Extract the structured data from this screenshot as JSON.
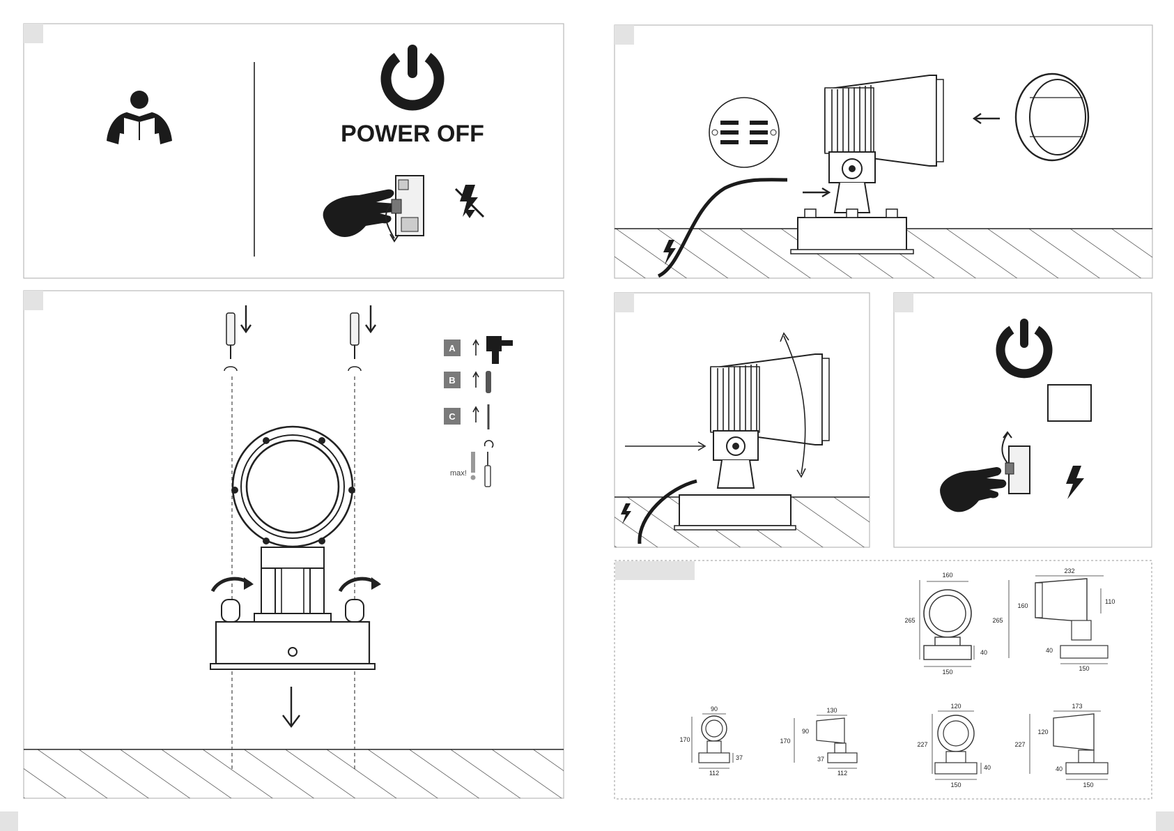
{
  "panel1": {
    "power_off_label": "POWER OFF"
  },
  "panel3": {
    "steps": [
      {
        "letter": "A"
      },
      {
        "letter": "B"
      },
      {
        "letter": "C"
      }
    ],
    "max_label": "max!"
  },
  "dimensions": {
    "large_front": {
      "top": "160",
      "height": "265",
      "base_height": "40",
      "base_diameter": "150"
    },
    "large_side": {
      "length": "232",
      "front_diameter": "160",
      "height": "265",
      "rear_diameter": "110",
      "base_height": "40",
      "base_diameter": "150"
    },
    "small_front": {
      "top": "90",
      "height": "170",
      "base_height": "37",
      "base_diameter": "112"
    },
    "small_side": {
      "length": "130",
      "front_diameter": "90",
      "height": "170",
      "base_height": "37",
      "base_diameter": "112"
    },
    "medium_front": {
      "top": "120",
      "height": "227",
      "base_height": "40",
      "base_diameter": "150"
    },
    "medium_side": {
      "length": "173",
      "front_diameter": "120",
      "height": "227",
      "base_height": "40",
      "base_diameter": "150"
    }
  },
  "colors": {
    "ink": "#1a1a1a",
    "panel_border": "#b9b9b9",
    "number_tab": "#e3e3e3",
    "step_badge": "#7a7a7a"
  },
  "icons": [
    "read-manual-icon",
    "power-icon",
    "circuit-breaker-icon",
    "no-power-icon",
    "power-on-icon",
    "lightning-icon",
    "drill-icon",
    "wall-plug-icon",
    "screw-icon",
    "screwdriver-icon"
  ]
}
